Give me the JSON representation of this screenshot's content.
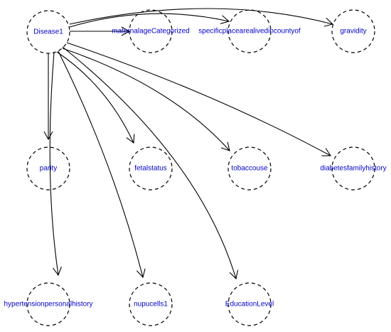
{
  "diagram": {
    "root": "Disease1",
    "nodes": [
      {
        "id": "Disease1",
        "label": "Disease1"
      },
      {
        "id": "maternalage",
        "label": "maternalageCategorized"
      },
      {
        "id": "specificplace",
        "label": "specificplacearealivedincountyof"
      },
      {
        "id": "gravidity",
        "label": "gravidity"
      },
      {
        "id": "parity",
        "label": "parity"
      },
      {
        "id": "fetalstatus",
        "label": "fetalstatus"
      },
      {
        "id": "tobaccouse",
        "label": "tobaccouse"
      },
      {
        "id": "diabetes",
        "label": "diabetesfamilyhistory"
      },
      {
        "id": "hypertension",
        "label": "hypertensionpersonalhistory"
      },
      {
        "id": "nupucells",
        "label": "nupucells1"
      },
      {
        "id": "education",
        "label": "EducationLevel"
      }
    ],
    "edges": [
      {
        "from": "Disease1",
        "to": "maternalage"
      },
      {
        "from": "Disease1",
        "to": "specificplace"
      },
      {
        "from": "Disease1",
        "to": "gravidity"
      },
      {
        "from": "Disease1",
        "to": "parity"
      },
      {
        "from": "Disease1",
        "to": "fetalstatus"
      },
      {
        "from": "Disease1",
        "to": "tobaccouse"
      },
      {
        "from": "Disease1",
        "to": "diabetes"
      },
      {
        "from": "Disease1",
        "to": "hypertension"
      },
      {
        "from": "Disease1",
        "to": "nupucells"
      },
      {
        "from": "Disease1",
        "to": "education"
      }
    ]
  }
}
